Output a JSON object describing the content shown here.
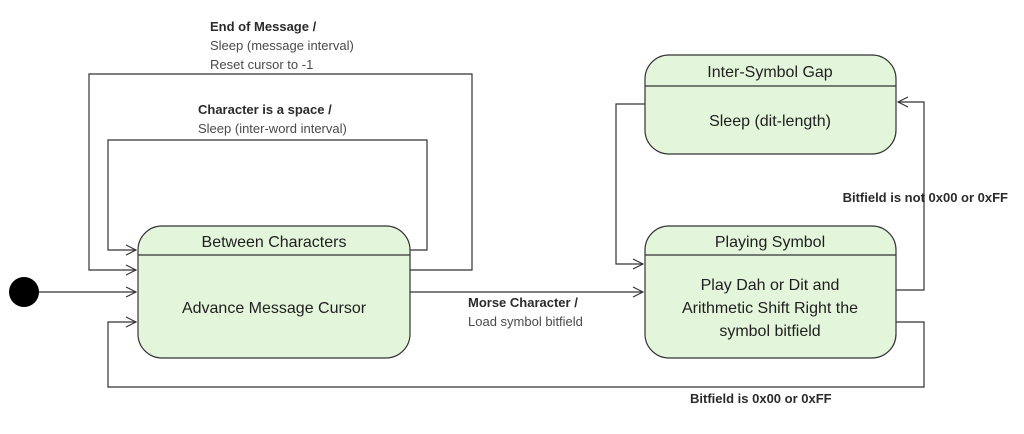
{
  "diagram": {
    "states": {
      "between": {
        "title": "Between Characters",
        "body": [
          "Advance Message Cursor"
        ]
      },
      "playing": {
        "title": "Playing Symbol",
        "body": [
          "Play Dah or Dit and",
          "Arithmetic Shift Right the",
          "symbol bitfield"
        ]
      },
      "gap": {
        "title": "Inter-Symbol Gap",
        "body": [
          "Sleep (dit-length)"
        ]
      }
    },
    "transitions": {
      "end_of_message": {
        "trigger": "End of Message /",
        "actions": [
          "Sleep (message interval)",
          "Reset cursor to -1"
        ]
      },
      "space": {
        "trigger": "Character is a space /",
        "actions": [
          "Sleep (inter-word interval)"
        ]
      },
      "morse": {
        "trigger": "Morse Character /",
        "actions": [
          "Load symbol bitfield"
        ]
      },
      "not_done": {
        "trigger": "Bitfield is not 0x00 or 0xFF"
      },
      "done": {
        "trigger": "Bitfield is 0x00 or 0xFF"
      }
    },
    "colors": {
      "state_fill": "#e3f5da",
      "line": "#333333",
      "initial": "#000000"
    }
  }
}
